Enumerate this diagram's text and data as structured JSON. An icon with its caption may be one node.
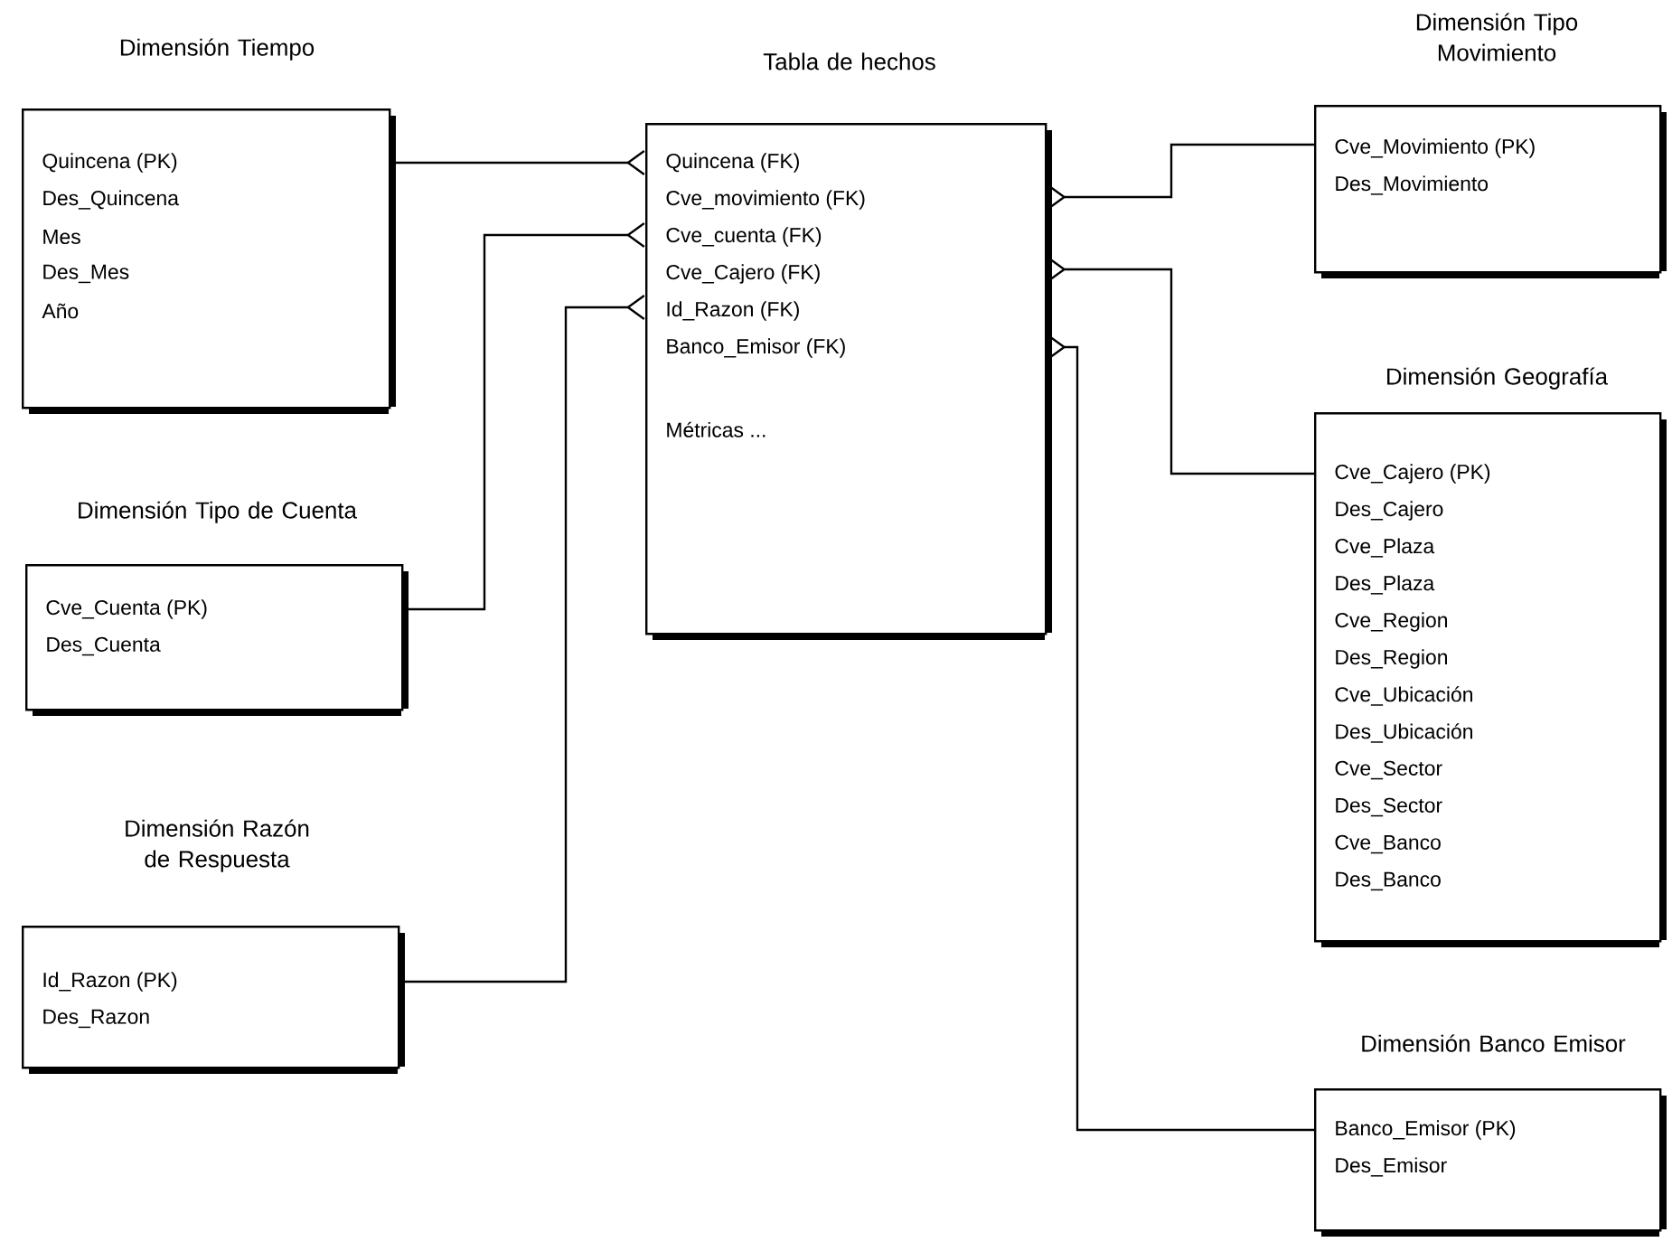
{
  "diagram": {
    "nodes": [
      {
        "text": [
          "Dimensión Tiempo",
          "Quincena (PK)",
          "Des_Quincena",
          "Mes",
          "Des_Mes",
          "Año"
        ]
      },
      {
        "text": [
          "Tabla de hechos",
          "Quincena (FK)",
          "Cve_movimiento (FK)",
          "Cve_cuenta (FK)",
          "Cve_Cajero (FK)",
          "Id_Razon (FK)",
          "Banco_Emisor (FK)",
          "Métricas ..."
        ]
      },
      {
        "text": [
          "Dimensión Tipo Movimiento",
          "Cve_Movimiento (PK)",
          "Des_Movimiento"
        ]
      },
      {
        "text": [
          "Dimensión Tipo de Cuenta",
          "Cve_Cuenta (PK)",
          "Des_Cuenta"
        ]
      },
      {
        "text": [
          "Dimensión Geografía",
          "Cve_Cajero (PK)",
          "Des_Cajero",
          "Cve_Plaza",
          "Des_Plaza",
          "Cve_Region",
          "Des_Region",
          "Cve_Ubicación",
          "Des_Ubicación",
          "Cve_Sector",
          "Des_Sector",
          "Cve_Banco",
          "Des_Banco"
        ]
      },
      {
        "text": [
          "Dimensión Razón de Respuesta",
          "Id_Razon (PK)",
          "Des_Razon"
        ]
      },
      {
        "text": [
          "Dimensión Banco Emisor",
          "Banco_Emisor (PK)",
          "Des_Emisor"
        ]
      }
    ],
    "edges": [
      {
        "from": 0,
        "to": 1,
        "arrow": "other"
      },
      {
        "from": 2,
        "to": 1,
        "arrow": "other"
      },
      {
        "from": 3,
        "to": 1,
        "arrow": "other"
      },
      {
        "from": 4,
        "to": 1,
        "arrow": "other"
      },
      {
        "from": 5,
        "to": 1,
        "arrow": "other"
      },
      {
        "from": 6,
        "to": 1,
        "arrow": "other"
      }
    ]
  }
}
